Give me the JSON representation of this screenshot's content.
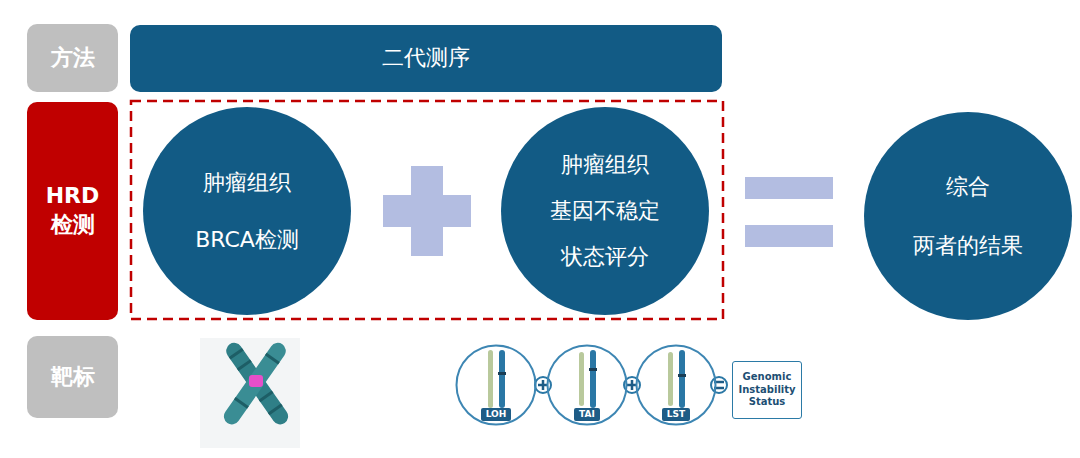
{
  "diagram": {
    "nodes": [
      {
        "text": [
          "方法"
        ]
      },
      {
        "text": [
          "二代测序"
        ]
      },
      {
        "text": [
          "HRD 检测"
        ]
      },
      {
        "text": [
          "肿瘤组织 BRCA检测"
        ]
      },
      {
        "text": [
          "肿瘤组织 基因不稳定 状态评分"
        ]
      },
      {
        "text": [
          "综合 两者的结果"
        ]
      },
      {
        "text": [
          "靶标"
        ]
      },
      {
        "text": [
          "LOH"
        ]
      },
      {
        "text": [
          "TAI"
        ]
      },
      {
        "text": [
          "LST"
        ]
      },
      {
        "text": [
          "Genomic Instability Status"
        ]
      }
    ]
  }
}
